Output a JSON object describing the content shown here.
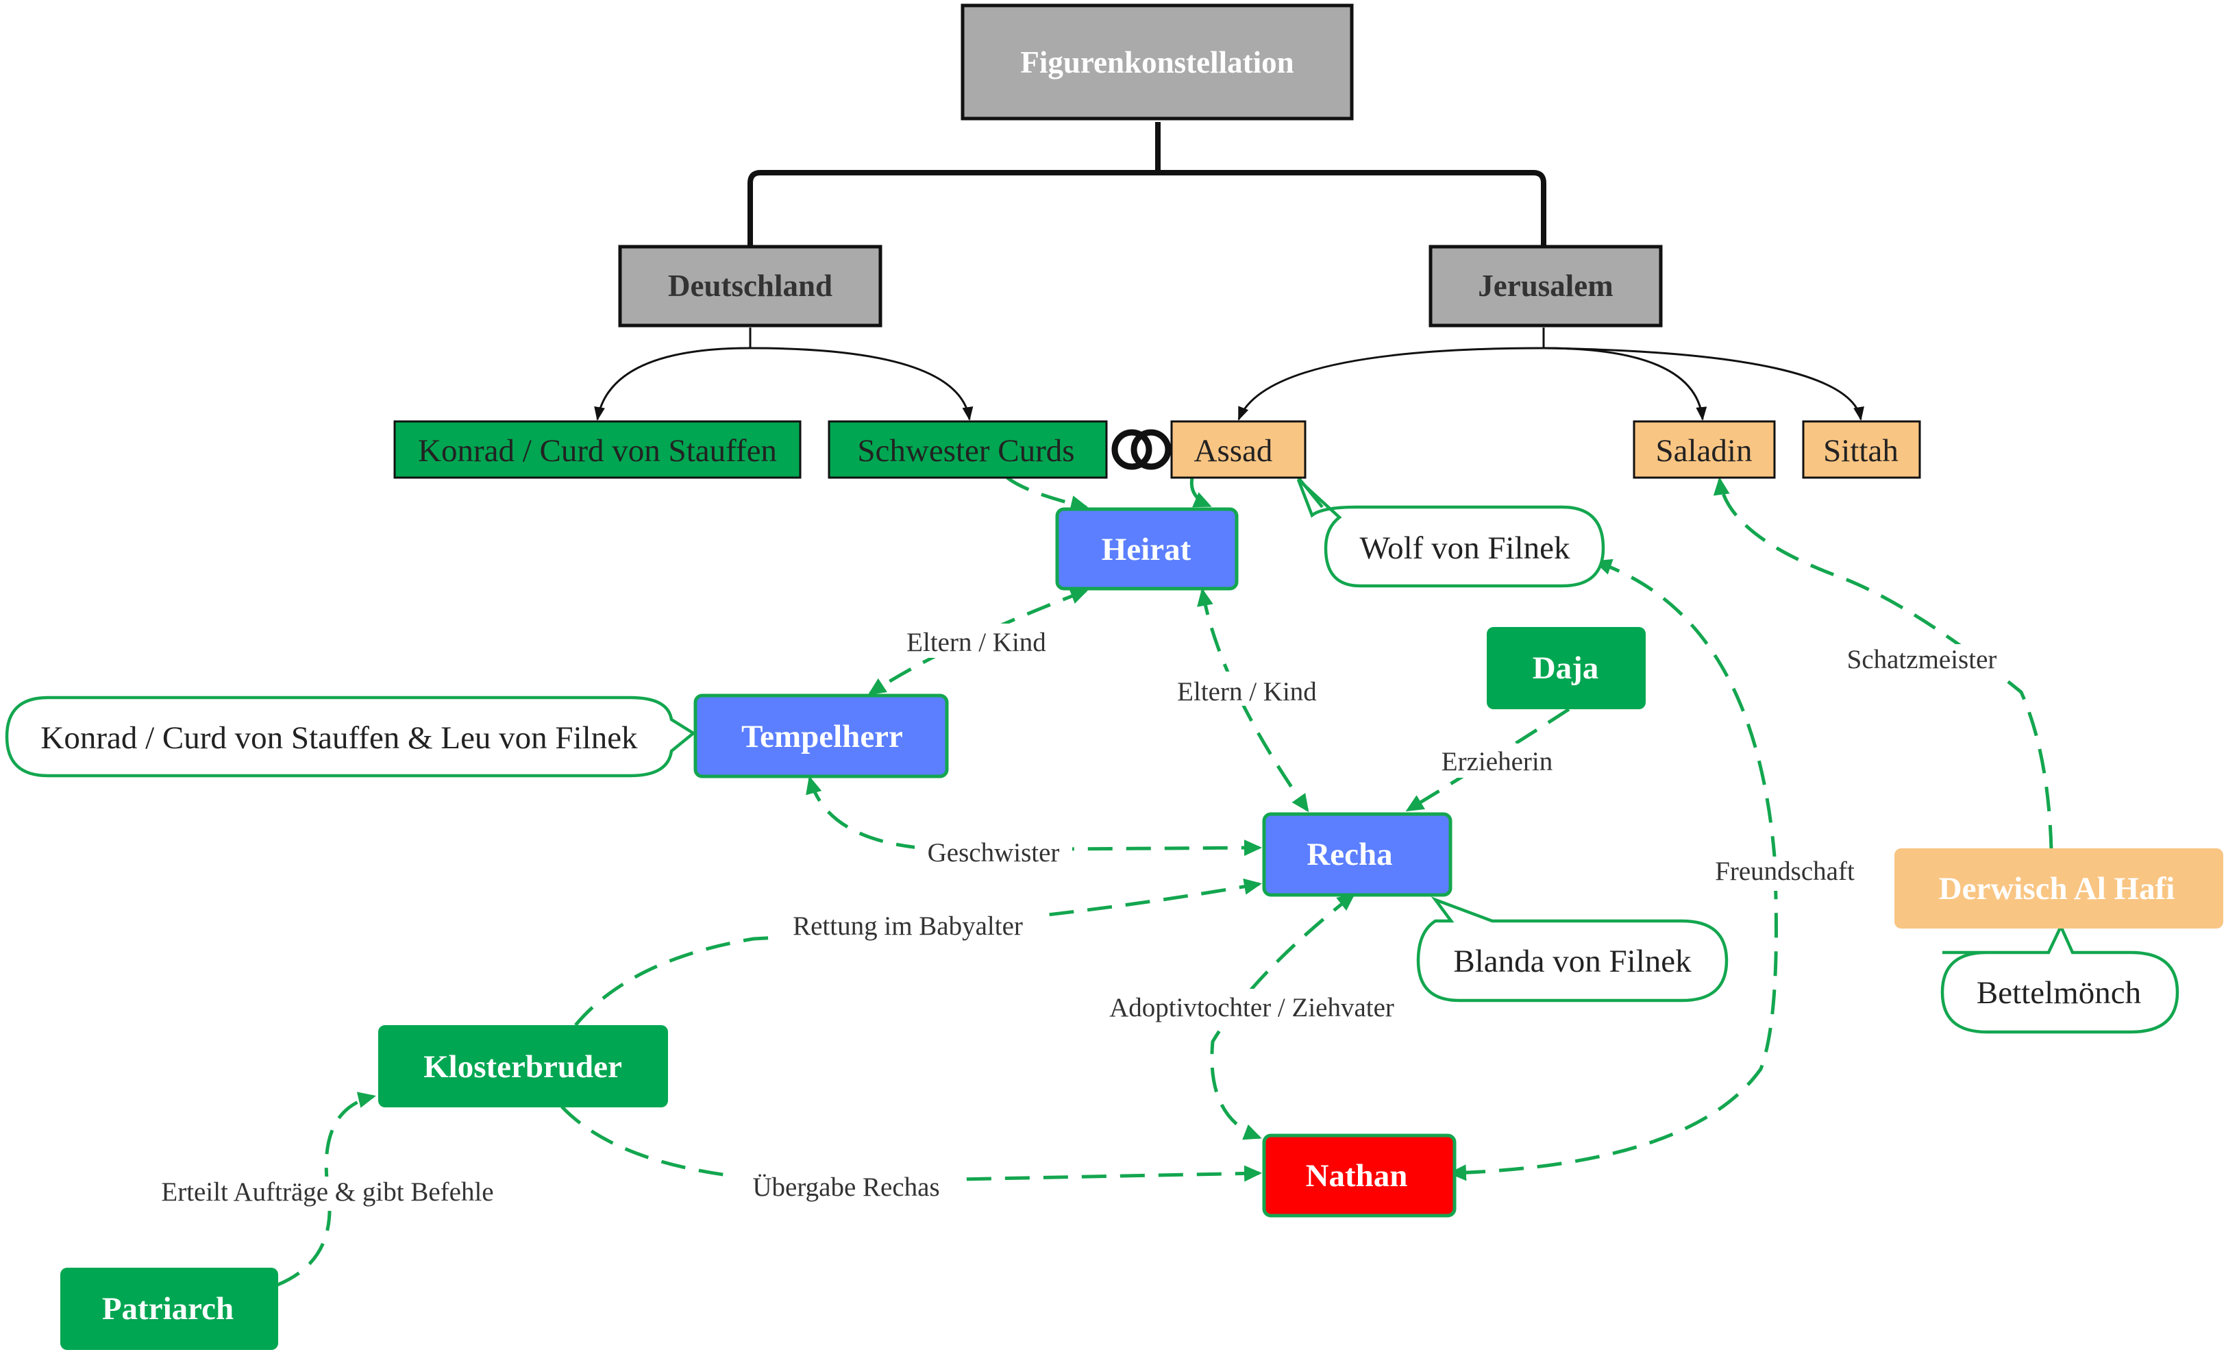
{
  "diagram": {
    "title": "Figurenkonstellation",
    "groups": {
      "deutschland": "Deutschland",
      "jerusalem": "Jerusalem"
    },
    "top_row": {
      "konrad": "Konrad / Curd von Stauffen",
      "schwester": "Schwester Curds",
      "assad": "Assad",
      "saladin": "Saladin",
      "sittah": "Sittah"
    },
    "nodes": {
      "heirat": "Heirat",
      "tempelherr": "Tempelherr",
      "recha": "Recha",
      "daja": "Daja",
      "klosterbruder": "Klosterbruder",
      "nathan": "Nathan",
      "patriarch": "Patriarch",
      "derwisch": "Derwisch Al Hafi"
    },
    "callouts": {
      "wolf": "Wolf von Filnek",
      "tempelherr_name": "Konrad / Curd von Stauffen & Leu von Filnek",
      "blanda": "Blanda von Filnek",
      "bettelmoench": "Bettelmönch"
    },
    "edges": {
      "eltern_kind_1": "Eltern / Kind",
      "eltern_kind_2": "Eltern / Kind",
      "geschwister": "Geschwister",
      "erzieherin": "Erzieherin",
      "rettung": "Rettung im Babyalter",
      "adoptiv": "Adoptivtochter / Ziehvater",
      "freundschaft": "Freundschaft",
      "uebergabe": "Übergabe Rechas",
      "auftraege": "Erteilt Aufträge & gibt Befehle",
      "schatzmeister": "Schatzmeister"
    },
    "colors": {
      "grey_box": "#aaaaaa",
      "green": "#00a651",
      "blue": "#5b7fff",
      "orange": "#f9c583",
      "red": "#ff0000",
      "edge_green": "#13a64f"
    }
  }
}
